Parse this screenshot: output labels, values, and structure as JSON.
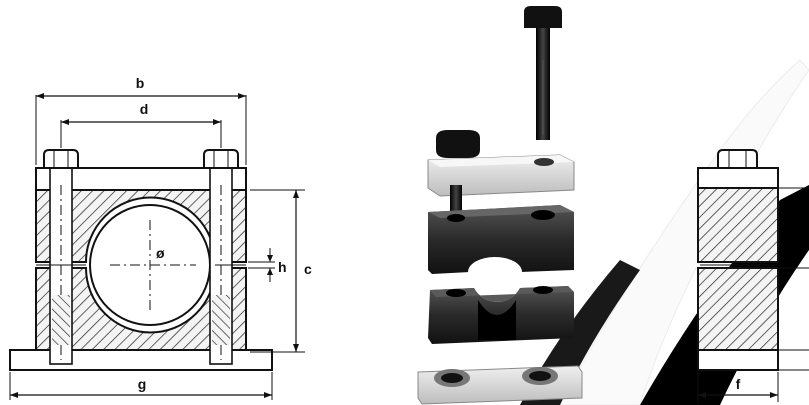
{
  "labels": {
    "b": "b",
    "d": "d",
    "c": "c",
    "h": "h",
    "g": "g",
    "f": "f",
    "diameter": "ø"
  },
  "colors": {
    "line": "#111111",
    "hatch": "#222222",
    "metal_dark": "#1a1a1a",
    "metal_light": "#d8d8d8",
    "swoosh": "#000000"
  }
}
